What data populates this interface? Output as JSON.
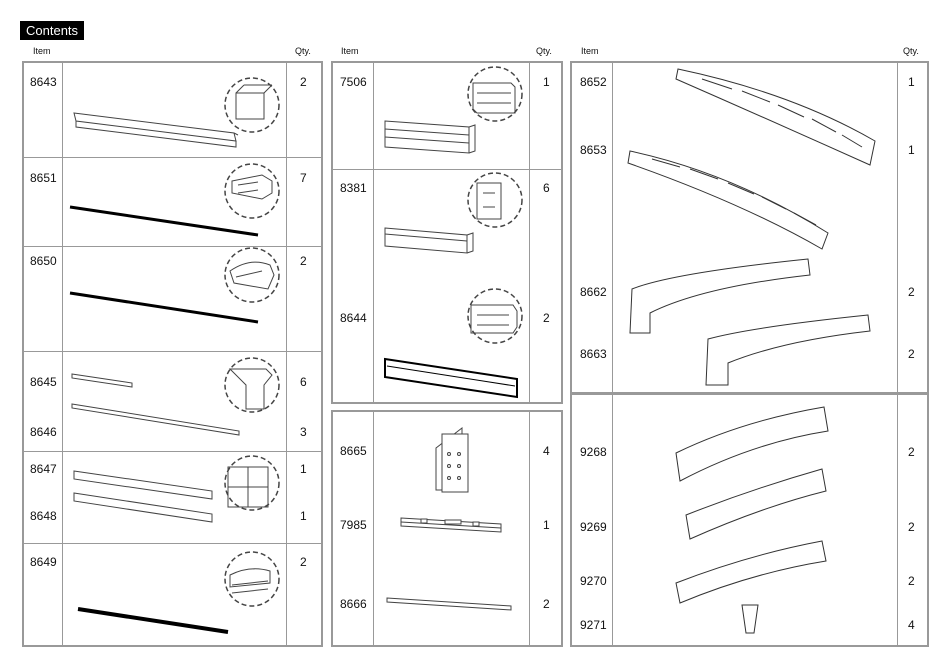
{
  "title": "Contents",
  "headers": {
    "item": "Item",
    "qty": "Qty."
  },
  "panel1": [
    {
      "item": "8643",
      "qty": "2"
    },
    {
      "item": "8651",
      "qty": "7"
    },
    {
      "item": "8650",
      "qty": "2"
    },
    {
      "item": "8645",
      "qty": "6"
    },
    {
      "item": "8646",
      "qty": "3"
    },
    {
      "item": "8647",
      "qty": "1"
    },
    {
      "item": "8648",
      "qty": "1"
    },
    {
      "item": "8649",
      "qty": "2"
    }
  ],
  "panel2": [
    {
      "item": "7506",
      "qty": "1"
    },
    {
      "item": "8381",
      "qty": "6"
    },
    {
      "item": "8644",
      "qty": "2"
    }
  ],
  "panel3": [
    {
      "item": "8665",
      "qty": "4"
    },
    {
      "item": "7985",
      "qty": "1"
    },
    {
      "item": "8666",
      "qty": "2"
    }
  ],
  "panel4": [
    {
      "item": "8652",
      "qty": "1"
    },
    {
      "item": "8653",
      "qty": "1"
    },
    {
      "item": "8662",
      "qty": "2"
    },
    {
      "item": "8663",
      "qty": "2"
    }
  ],
  "panel5": [
    {
      "item": "9268",
      "qty": "2"
    },
    {
      "item": "9269",
      "qty": "2"
    },
    {
      "item": "9270",
      "qty": "2"
    },
    {
      "item": "9271",
      "qty": "4"
    }
  ]
}
